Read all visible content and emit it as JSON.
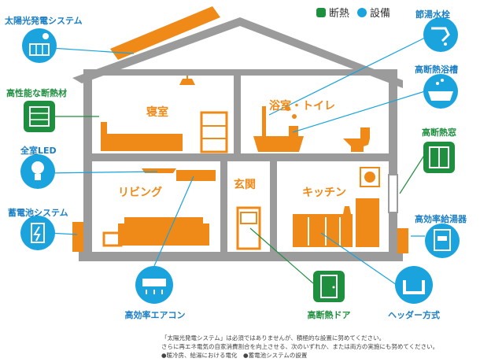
{
  "legend": {
    "insulation": "断熱",
    "equipment": "設備"
  },
  "labels": {
    "solar": "太陽光発電システム",
    "insulation_material": "高性能な断熱材",
    "led": "全室LED",
    "battery": "蓄電池システム",
    "aircon": "高効率エアコン",
    "faucet": "節湯水栓",
    "bathtub": "高断熱浴槽",
    "window": "高断熱窓",
    "water_heater": "高効率給湯器",
    "door": "高断熱ドア",
    "header": "ヘッダー方式"
  },
  "rooms": {
    "bedroom": "寝室",
    "bath_toilet": "浴室・トイレ",
    "living": "リビング",
    "entrance": "玄関",
    "kitchen": "キッチン"
  },
  "footer": {
    "line1": "「太陽光発電システム」は必須ではありませんが、積極的な設置に努めてください。",
    "line2": "さらに再エネ電気の自家消費割合を向上させる、次のいずれか、または両方の実施にも努めてください。",
    "line3": "●暖冷房、給湯における電化　●蓄電池システムの設置"
  },
  "colors": {
    "green": "#1e8f3e",
    "blue": "#1aa3dd",
    "orange": "#ef8a18",
    "house": "#9b9b9b"
  }
}
